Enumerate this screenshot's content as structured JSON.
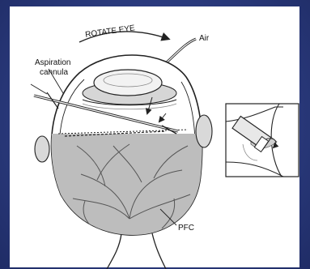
{
  "labels": {
    "rotate": "ROTATE EYE",
    "air": "Air",
    "aspiration_line1": "Aspiration",
    "aspiration_line2": "cannula",
    "pfc": "PFC"
  },
  "colors": {
    "background": "#2b3b7e",
    "panel": "#ffffff",
    "pfc_fill": "#bdbdbd",
    "vessel": "#555555"
  }
}
